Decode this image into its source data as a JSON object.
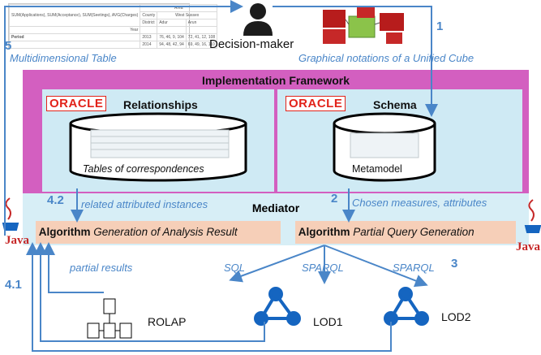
{
  "labels": {
    "step5": "5",
    "step1": "1",
    "step2": "2",
    "step3": "3",
    "step41": "4.1",
    "step42": "4.2",
    "multidim": "Multidimensional Table",
    "graphical": "Graphical notations of a Unified Cube",
    "decision_maker": "Decision-maker",
    "framework": "Implementation Framework",
    "oracle1": "ORACLE",
    "oracle2": "ORACLE",
    "relationships": "Relationships",
    "schema": "Schema",
    "tables_corr": "Tables of correspondences",
    "metamodel": "Metamodel",
    "related": "related attributed instances",
    "chosen": "Chosen measures, attributes",
    "mediator": "Mediator",
    "alg1_bold": "Algorithm",
    "alg1_it": "Generation of Analysis Result",
    "alg2_bold": "Algorithm",
    "alg2_it": "Partial Query Generation",
    "partial": "partial results",
    "sql": "SQL",
    "sparql1": "SPARQL",
    "sparql2": "SPARQL",
    "rolap": "ROLAP",
    "lod1": "LOD1",
    "lod2": "LOD2",
    "java_left": "Java",
    "java_right": "Java"
  },
  "mini_table": {
    "header": "SUM(Applications), SUM(Acceptance), SUM(Seetings), AVG(Charges)",
    "area": "Area",
    "county": "County",
    "district": "District",
    "west_sussex": "West Sussex",
    "adur": "Adur",
    "arun": "Arun",
    "year": "Year",
    "period": "Period",
    "y2013": "2013",
    "y2014": "2014",
    "r1a": "76, 46, 9, 104",
    "r1b": "72, 41, 12, 108",
    "r2a": "94, 48, 42, 94",
    "r2b": "69, 49, 16, 110"
  },
  "colors": {
    "framework": "#d35fc0",
    "panel": "#cfeaf4",
    "mediator": "#d7eef6",
    "algorithm": "#f6cfb8",
    "arrow": "#4a86c8",
    "oracle": "#e2231a"
  }
}
